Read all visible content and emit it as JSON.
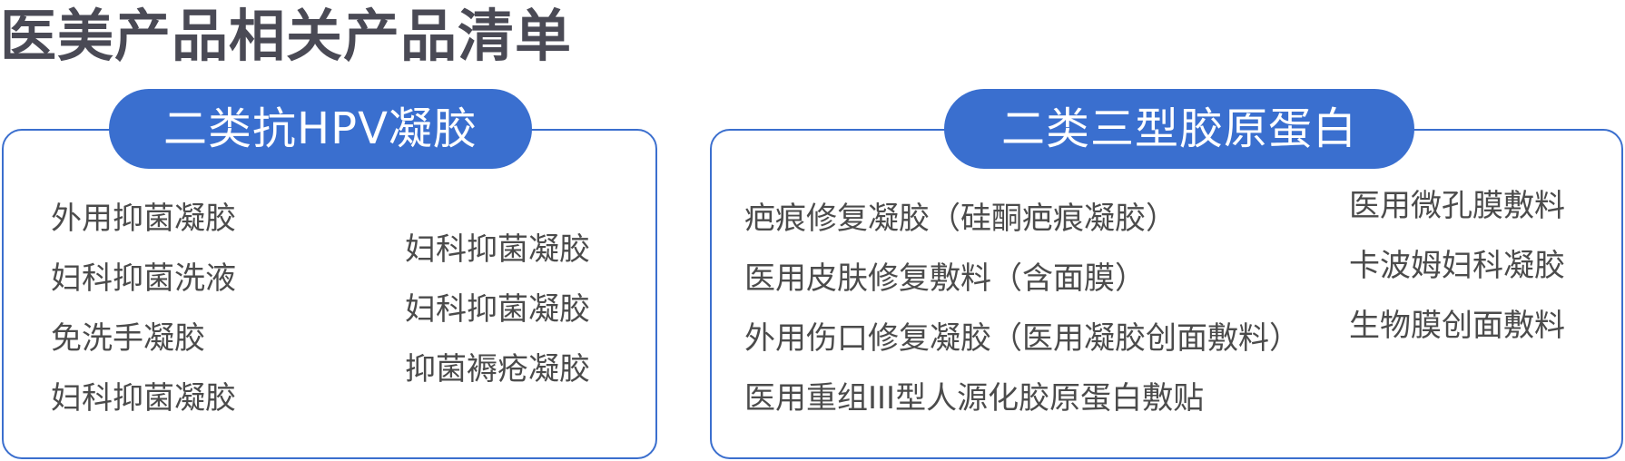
{
  "page": {
    "title": "医美产品相关产品清单"
  },
  "left_panel": {
    "header": "二类抗HPV凝胶",
    "col1": [
      "外用抑菌凝胶",
      "妇科抑菌洗液",
      "免洗手凝胶",
      "妇科抑菌凝胶"
    ],
    "col2": [
      "妇科抑菌凝胶",
      "妇科抑菌凝胶",
      "抑菌褥疮凝胶"
    ]
  },
  "right_panel": {
    "header": "二类三型胶原蛋白",
    "col1": [
      "疤痕修复凝胶（硅酮疤痕凝胶）",
      "医用皮肤修复敷料（含面膜）",
      "外用伤口修复凝胶（医用凝胶创面敷料）",
      "医用重组III型人源化胶原蛋白敷贴"
    ],
    "col2": [
      "医用微孔膜敷料",
      "卡波姆妇科凝胶",
      "生物膜创面敷料"
    ]
  },
  "colors": {
    "accent": "#3a6fcf",
    "border": "#3b6fce",
    "title": "#4a4a55",
    "text": "#4b4b4b"
  }
}
